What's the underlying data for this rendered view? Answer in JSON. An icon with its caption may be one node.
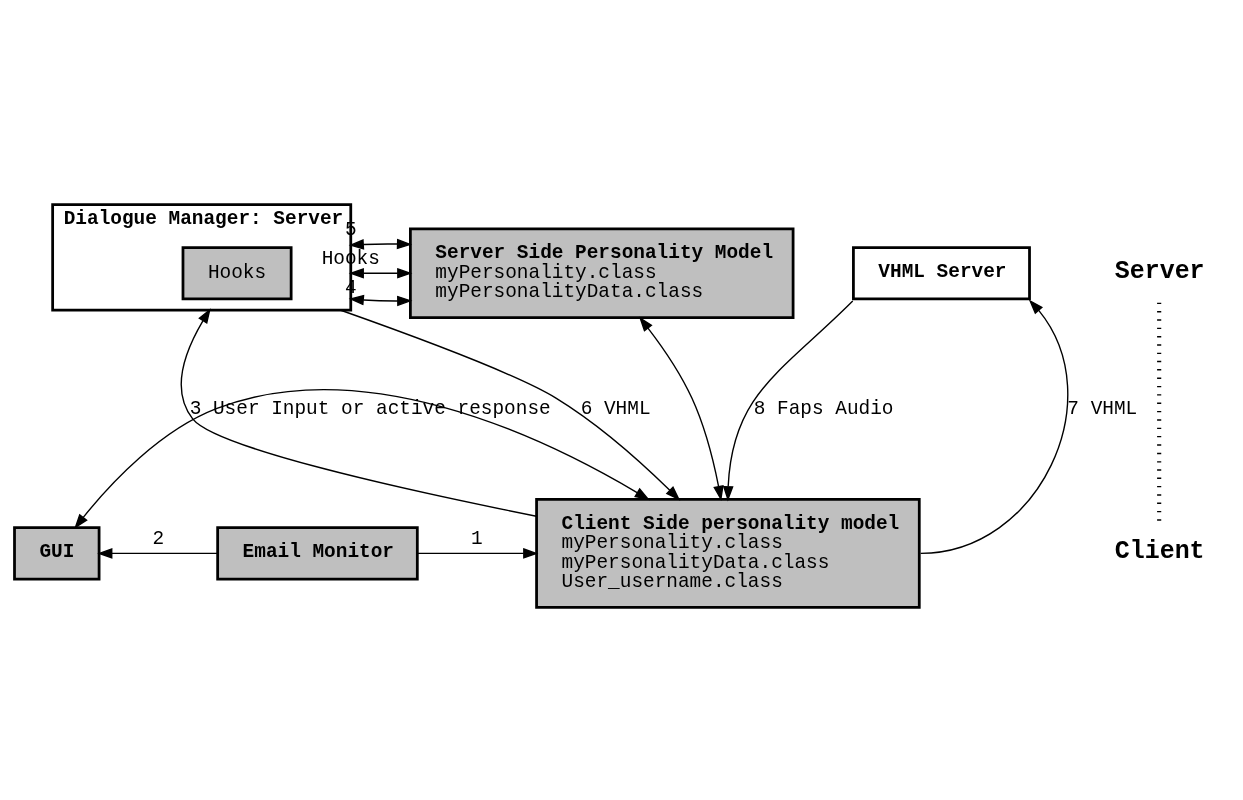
{
  "diagram": {
    "nodes": [
      {
        "text": [
          "Dialogue Manager: Server"
        ]
      },
      {
        "text": [
          "Hooks"
        ],
        "in": 0
      },
      {
        "text": [
          "Server Side Personality Model",
          "myPersonality.class",
          "myPersonalityData.class"
        ]
      },
      {
        "text": [
          "VHML Server"
        ]
      },
      {
        "text": [
          "Email Monitor"
        ]
      },
      {
        "text": [
          "GUI"
        ]
      },
      {
        "text": [
          "Client Side personality model",
          "myPersonality.class",
          "myPersonalityData.class",
          "User_username.class"
        ]
      }
    ],
    "edges": [
      {
        "from": 0,
        "to": 2,
        "arrow": "both",
        "label": "4"
      },
      {
        "from": 0,
        "to": 2,
        "arrow": "both",
        "label": "Hooks"
      },
      {
        "from": 0,
        "to": 2,
        "arrow": "both",
        "label": "5"
      },
      {
        "from": 6,
        "to": 0,
        "arrow": "to",
        "label": "3 User Input or active response"
      },
      {
        "from": 0,
        "to": 6,
        "arrow": "to",
        "label": "6 VHML"
      },
      {
        "from": 2,
        "to": 6,
        "arrow": "both"
      },
      {
        "from": 6,
        "to": 3,
        "arrow": "to",
        "label": "7 VHML"
      },
      {
        "from": 3,
        "to": 6,
        "arrow": "to",
        "label": "8 Faps Audio"
      },
      {
        "from": 4,
        "to": 5,
        "arrow": "to",
        "label": "2"
      },
      {
        "from": 4,
        "to": 6,
        "arrow": "to",
        "label": "1"
      },
      {
        "from": 5,
        "to": 6,
        "arrow": "both"
      }
    ],
    "labels": [
      "Server",
      "Client"
    ]
  }
}
